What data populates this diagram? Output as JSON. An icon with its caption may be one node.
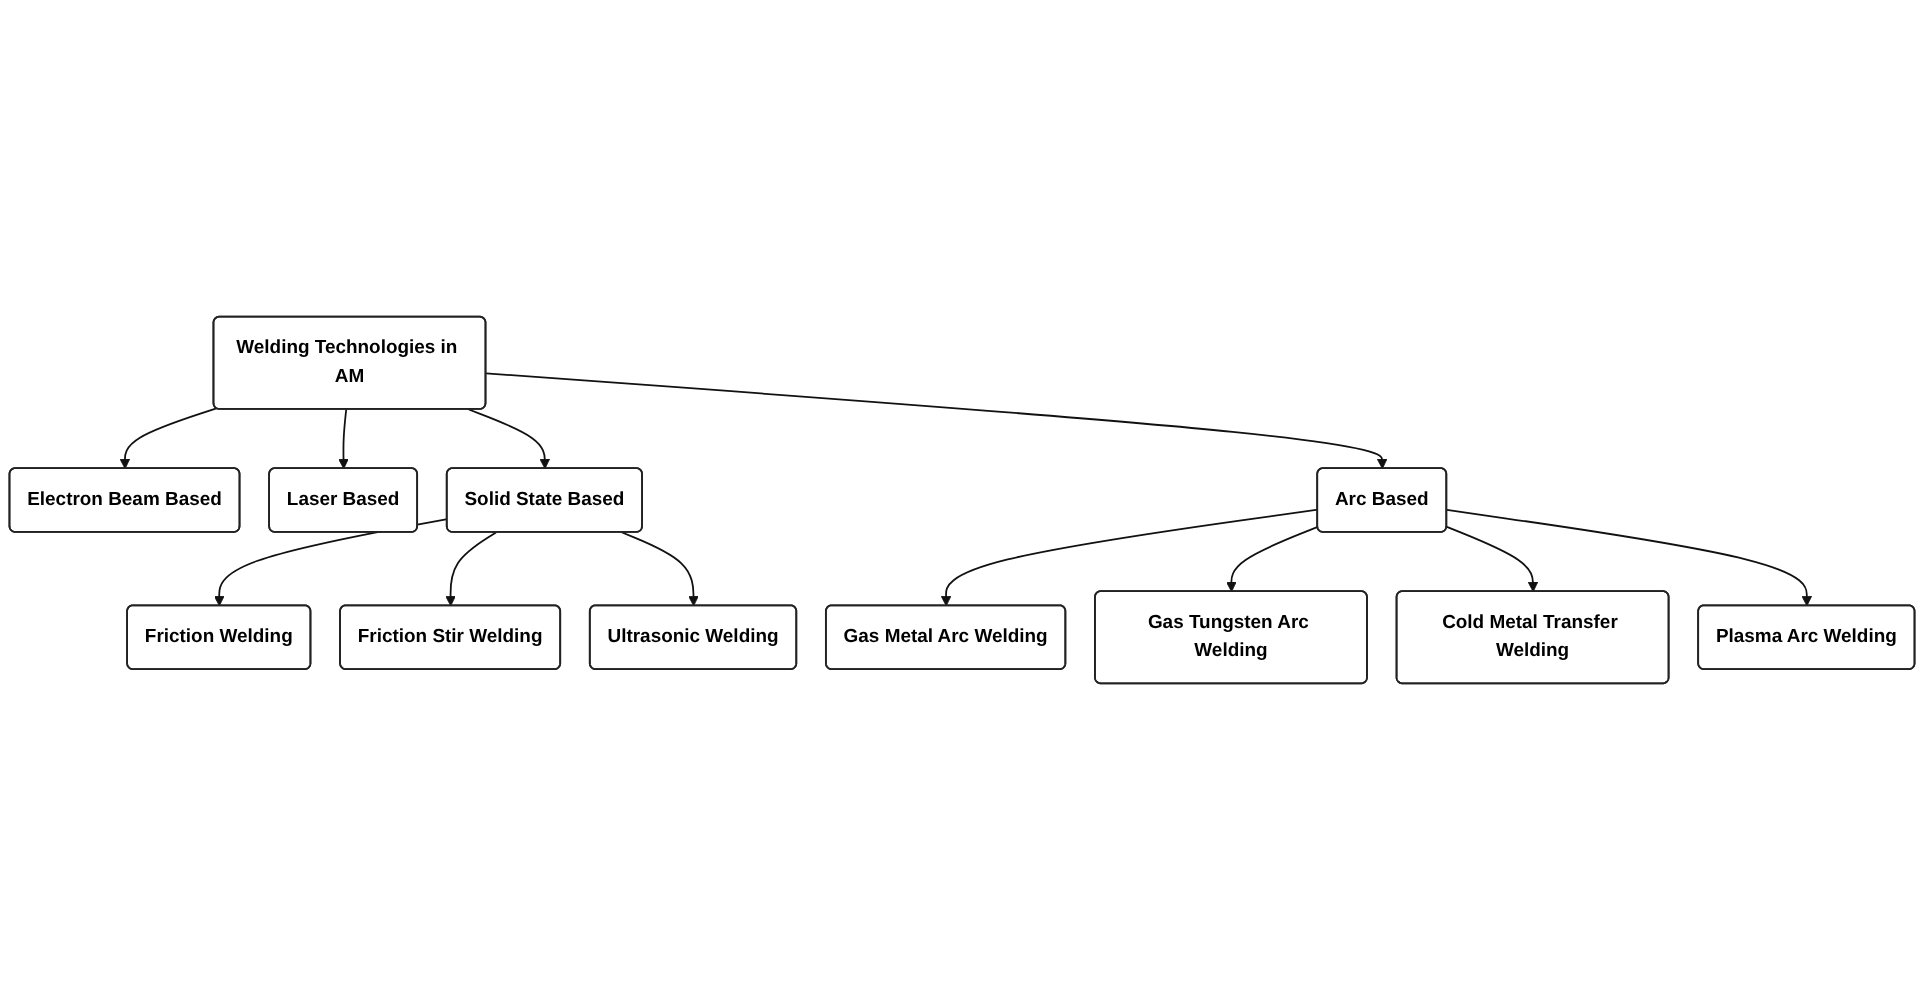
{
  "diagram": {
    "nodes": [
      {
        "text": [
          "Welding Technologies in AM"
        ]
      },
      {
        "text": [
          "Electron Beam Based"
        ]
      },
      {
        "text": [
          "Laser Based"
        ]
      },
      {
        "text": [
          "Solid State Based"
        ]
      },
      {
        "text": [
          "Arc Based"
        ]
      },
      {
        "text": [
          "Friction Welding"
        ]
      },
      {
        "text": [
          "Friction Stir Welding"
        ]
      },
      {
        "text": [
          "Ultrasonic Welding"
        ]
      },
      {
        "text": [
          "Gas Metal Arc Welding"
        ]
      },
      {
        "text": [
          "Gas Tungsten Arc Welding"
        ]
      },
      {
        "text": [
          "Cold Metal Transfer Welding"
        ]
      },
      {
        "text": [
          "Plasma Arc Welding"
        ]
      }
    ],
    "edges": [
      {
        "from": 0,
        "to": 1,
        "arrow": "to"
      },
      {
        "from": 0,
        "to": 2,
        "arrow": "to"
      },
      {
        "from": 0,
        "to": 3,
        "arrow": "to"
      },
      {
        "from": 0,
        "to": 4,
        "arrow": "to"
      },
      {
        "from": 3,
        "to": 5,
        "arrow": "to"
      },
      {
        "from": 3,
        "to": 6,
        "arrow": "to"
      },
      {
        "from": 3,
        "to": 7,
        "arrow": "to"
      },
      {
        "from": 4,
        "to": 8,
        "arrow": "to"
      },
      {
        "from": 4,
        "to": 9,
        "arrow": "to"
      },
      {
        "from": 4,
        "to": 10,
        "arrow": "to"
      },
      {
        "from": 4,
        "to": 11,
        "arrow": "to"
      }
    ]
  }
}
